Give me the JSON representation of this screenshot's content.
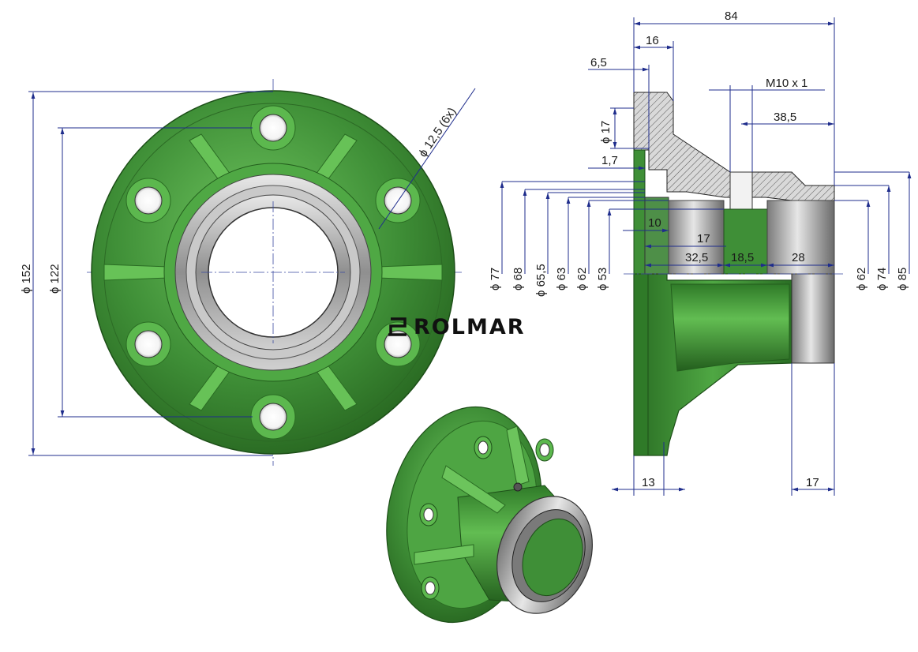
{
  "brand": {
    "name": "ROLMAR"
  },
  "front_view": {
    "dia_outer": "ϕ 152",
    "dia_bolt_circle": "ϕ 122",
    "hole_callout": "ϕ 12,5 (6x)"
  },
  "section_view": {
    "overall_length": "84",
    "flange_width": "16",
    "flange_step": "6,5",
    "thread": "M10 x 1",
    "thread_position": "38,5",
    "pocket_dia": "ϕ 17",
    "groove": "1,7",
    "bore_left": [
      "ϕ 77",
      "ϕ 68",
      "ϕ 65,5",
      "ϕ 63",
      "ϕ 62",
      "ϕ 53"
    ],
    "bore_right": [
      "ϕ 62",
      "ϕ 74",
      "ϕ 85"
    ],
    "len_10": "10",
    "len_17": "17",
    "len_32_5": "32,5",
    "len_18_5": "18,5",
    "len_28": "28",
    "flange_thickness": "13",
    "spigot_length": "17"
  },
  "colors": {
    "part_green": "#3c8a34",
    "part_green_light": "#5cb84e",
    "part_green_dark": "#1f5a1a",
    "bearing_gray": "#9a9a9a",
    "dimension_blue": "#1f2d8c"
  }
}
